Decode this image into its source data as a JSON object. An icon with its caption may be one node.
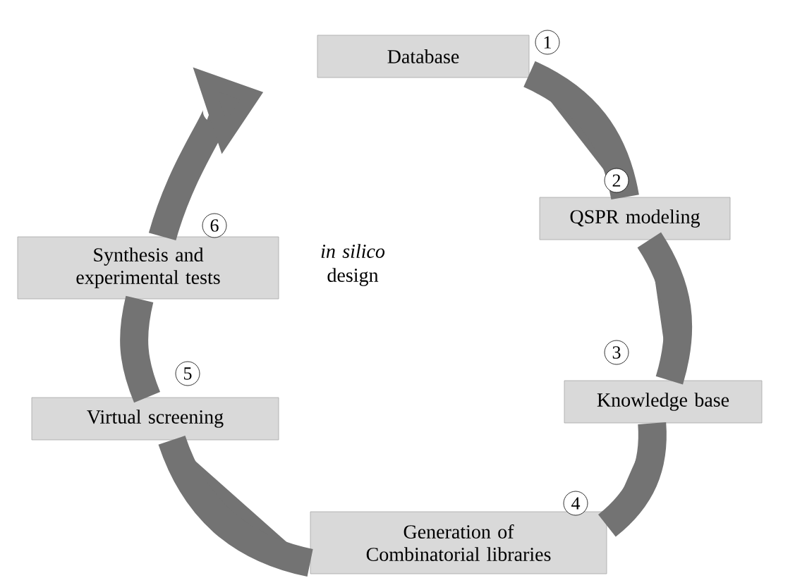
{
  "diagram": {
    "nodes": [
      {
        "text": [
          "Database"
        ],
        "beside": [
          "1"
        ]
      },
      {
        "text": [
          "QSPR modeling"
        ],
        "beside": [
          "2"
        ]
      },
      {
        "text": [
          "Knowledge base"
        ],
        "beside": [
          "3"
        ]
      },
      {
        "text": [
          "Generation of Combinatorial libraries"
        ],
        "beside": [
          "4"
        ]
      },
      {
        "text": [
          "Virtual screening"
        ],
        "beside": [
          "5"
        ]
      },
      {
        "text": [
          "Synthesis and experimental tests"
        ],
        "beside": [
          "6"
        ]
      }
    ],
    "edges": [
      {
        "from": 0,
        "to": 1,
        "arrow": "none"
      },
      {
        "from": 1,
        "to": 2,
        "arrow": "none"
      },
      {
        "from": 2,
        "to": 3,
        "arrow": "none"
      },
      {
        "from": 3,
        "to": 4,
        "arrow": "none"
      },
      {
        "from": 4,
        "to": 5,
        "arrow": "none"
      },
      {
        "from": 5,
        "to": 0,
        "arrow": "to"
      }
    ],
    "labels": [
      "*in silico* design"
    ]
  }
}
